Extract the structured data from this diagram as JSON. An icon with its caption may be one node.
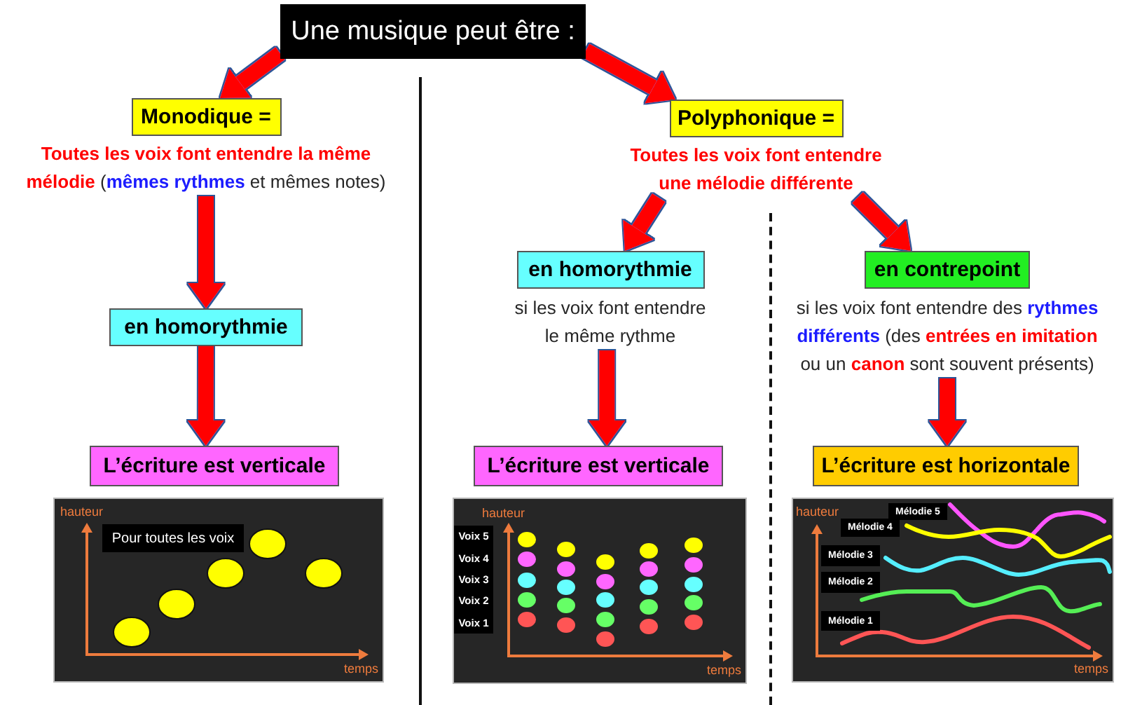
{
  "diagram": {
    "nodes": [
      {
        "text": [
          "Une musique peut être :"
        ]
      },
      {
        "text": [
          "Monodique ="
        ],
        "beside": [
          "**Toutes les voix font entendre la même mélodie** (**mêmes rythmes** et mêmes notes)"
        ]
      },
      {
        "text": [
          "Polyphonique ="
        ],
        "beside": [
          "Toutes les voix font entendre une mélodie différente"
        ]
      },
      {
        "text": [
          "en homorythmie"
        ]
      },
      {
        "text": [
          "en homorythmie"
        ],
        "beside": [
          "si les voix font entendre le même rythme"
        ]
      },
      {
        "text": [
          "en contrepoint"
        ],
        "beside": [
          "si les voix font entendre des **rythmes différents** (des **entrées en imitation** ou un **canon** sont souvent présents)"
        ]
      },
      {
        "text": [
          "L’écriture est verticale"
        ]
      },
      {
        "text": [
          "L’écriture est verticale"
        ]
      },
      {
        "text": [
          "L’écriture est horizontale"
        ]
      },
      {
        "text": [
          "hauteur",
          "temps"
        ]
      },
      {
        "text": [
          "Pour toutes les voix"
        ],
        "in": 9
      },
      {
        "text": [
          "hauteur",
          "temps"
        ]
      },
      {
        "text": [
          "Voix 5",
          "Voix 4",
          "Voix 3",
          "Voix 2",
          "Voix 1"
        ],
        "in": 11
      },
      {
        "text": [
          "hauteur",
          "temps"
        ]
      },
      {
        "text": [
          "Mélodie 5"
        ],
        "in": 13
      },
      {
        "text": [
          "Mélodie 4"
        ],
        "in": 13
      },
      {
        "text": [
          "Mélodie 3"
        ],
        "in": 13
      },
      {
        "text": [
          "Mélodie 2"
        ],
        "in": 13
      },
      {
        "text": [
          "Mélodie 1"
        ],
        "in": 13
      }
    ],
    "edges": [
      {
        "from": 0,
        "to": 1,
        "arrow": "to"
      },
      {
        "from": 0,
        "to": 2,
        "arrow": "to"
      },
      {
        "from": 1,
        "to": 3,
        "arrow": "to"
      },
      {
        "from": 3,
        "to": 6,
        "arrow": "to"
      },
      {
        "from": 2,
        "to": 4,
        "arrow": "to"
      },
      {
        "from": 2,
        "to": 5,
        "arrow": "to"
      },
      {
        "from": 4,
        "to": 7,
        "arrow": "to"
      },
      {
        "from": 5,
        "to": 8,
        "arrow": "to"
      }
    ]
  }
}
